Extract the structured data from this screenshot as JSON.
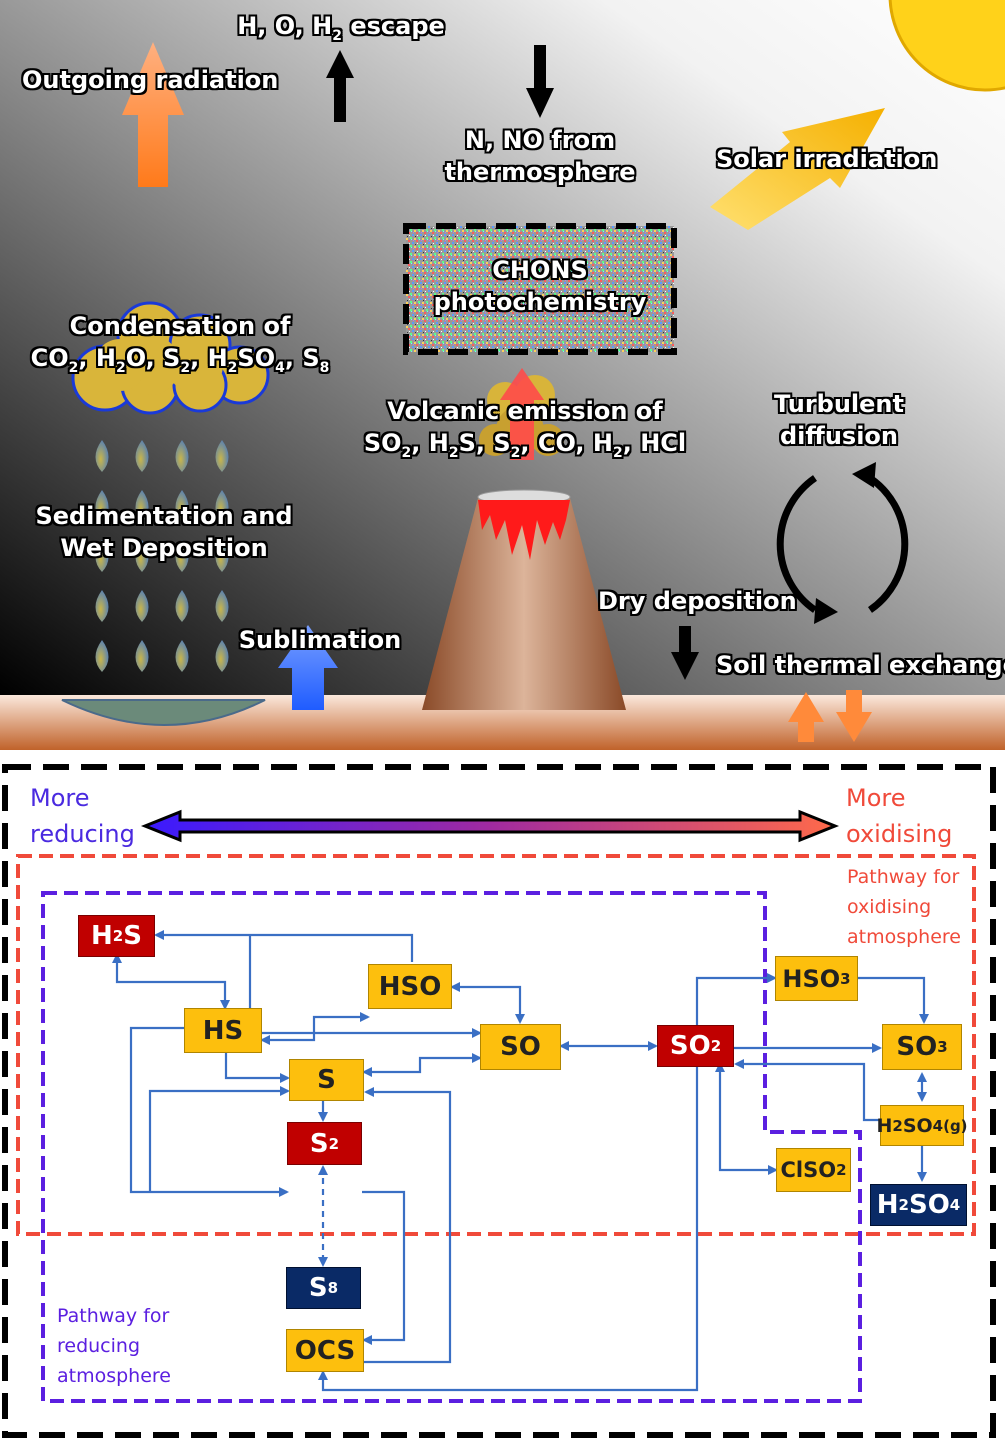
{
  "atmosphere": {
    "escape": {
      "species": [
        "H",
        "O",
        "H"
      ],
      "subscript": "2",
      "suffix": "escape"
    },
    "outgoing_radiation": "Outgoing radiation",
    "nitrogen_input": [
      "N, NO from",
      "thermosphere"
    ],
    "solar_irradiation": "Solar irradiation",
    "photochemistry": [
      "CHONS",
      "photochemistry"
    ],
    "condensation": {
      "line1": "Condensation of",
      "species": [
        {
          "base": "CO",
          "sub": "2"
        },
        {
          "base": "H",
          "sub": "2",
          "after": "O"
        },
        {
          "base": "S",
          "sub": "2"
        },
        {
          "base": "H",
          "sub": "2",
          "after": "SO",
          "sub2": "4"
        },
        {
          "base": "S",
          "sub": "8"
        }
      ]
    },
    "volcanic": {
      "line1": "Volcanic emission of",
      "species": [
        {
          "base": "SO",
          "sub": "2"
        },
        {
          "base": "H",
          "sub": "2",
          "after": "S"
        },
        {
          "base": "S",
          "sub": "2"
        },
        {
          "base": "CO"
        },
        {
          "base": "H",
          "sub": "2"
        },
        {
          "base": "HCl"
        }
      ]
    },
    "turbulent_diffusion": [
      "Turbulent",
      "diffusion"
    ],
    "sedimentation": [
      "Sedimentation and",
      "Wet Deposition"
    ],
    "sublimation": "Sublimation",
    "dry_deposition": "Dry deposition",
    "soil_exchange": "Soil thermal exchange"
  },
  "network": {
    "more_reducing": [
      "More",
      "reducing"
    ],
    "more_oxidising": [
      "More",
      "oxidising"
    ],
    "pathway_oxidising": [
      "Pathway for",
      "oxidising",
      "atmosphere"
    ],
    "pathway_reducing": [
      "Pathway for",
      "reducing",
      "atmosphere"
    ],
    "colors": {
      "reducing": "#5b1fe0",
      "oxidising": "#f04a3a",
      "arrow": "#3a6fc4"
    },
    "nodes": [
      {
        "id": "h2s",
        "base": "H",
        "sub": "2",
        "after": "S",
        "color": "red"
      },
      {
        "id": "hso",
        "base": "HSO",
        "color": "yellow"
      },
      {
        "id": "hs",
        "base": "HS",
        "color": "yellow"
      },
      {
        "id": "so",
        "base": "SO",
        "color": "yellow"
      },
      {
        "id": "s",
        "base": "S",
        "color": "yellow"
      },
      {
        "id": "s2",
        "base": "S",
        "sub": "2",
        "color": "red"
      },
      {
        "id": "so2",
        "base": "SO",
        "sub": "2",
        "color": "red"
      },
      {
        "id": "hso3",
        "base": "HSO",
        "sub": "3",
        "color": "yellow"
      },
      {
        "id": "so3",
        "base": "SO",
        "sub": "3",
        "color": "yellow"
      },
      {
        "id": "h2so4g",
        "base": "H",
        "sub": "2",
        "after": "SO",
        "sub2": "4(g)",
        "color": "yellow"
      },
      {
        "id": "h2so4",
        "base": "H",
        "sub": "2",
        "after": "SO",
        "sub2": "4",
        "color": "navy"
      },
      {
        "id": "clso2",
        "base": "ClSO",
        "sub": "2",
        "color": "yellow"
      },
      {
        "id": "s8",
        "base": "S",
        "sub": "8",
        "color": "navy"
      },
      {
        "id": "ocs",
        "base": "OCS",
        "color": "yellow"
      }
    ]
  }
}
